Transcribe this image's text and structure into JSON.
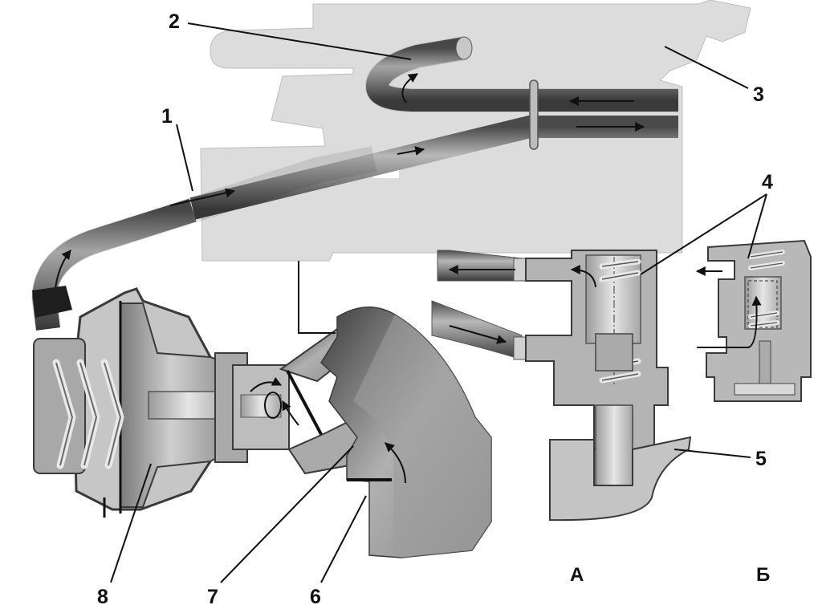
{
  "labels": {
    "l1": "1",
    "l2": "2",
    "l3": "3",
    "l4": "4",
    "l5": "5",
    "l6": "6",
    "l7": "7",
    "l8": "8"
  },
  "views": {
    "a": "А",
    "b": "Б"
  },
  "colors": {
    "engine_block": "#dcdcdc",
    "body_light": "#c4c4c4",
    "body_mid": "#9a9a9a",
    "body_dark": "#5a5a5a",
    "outline": "#3a3a3a",
    "arrow": "#111111"
  }
}
